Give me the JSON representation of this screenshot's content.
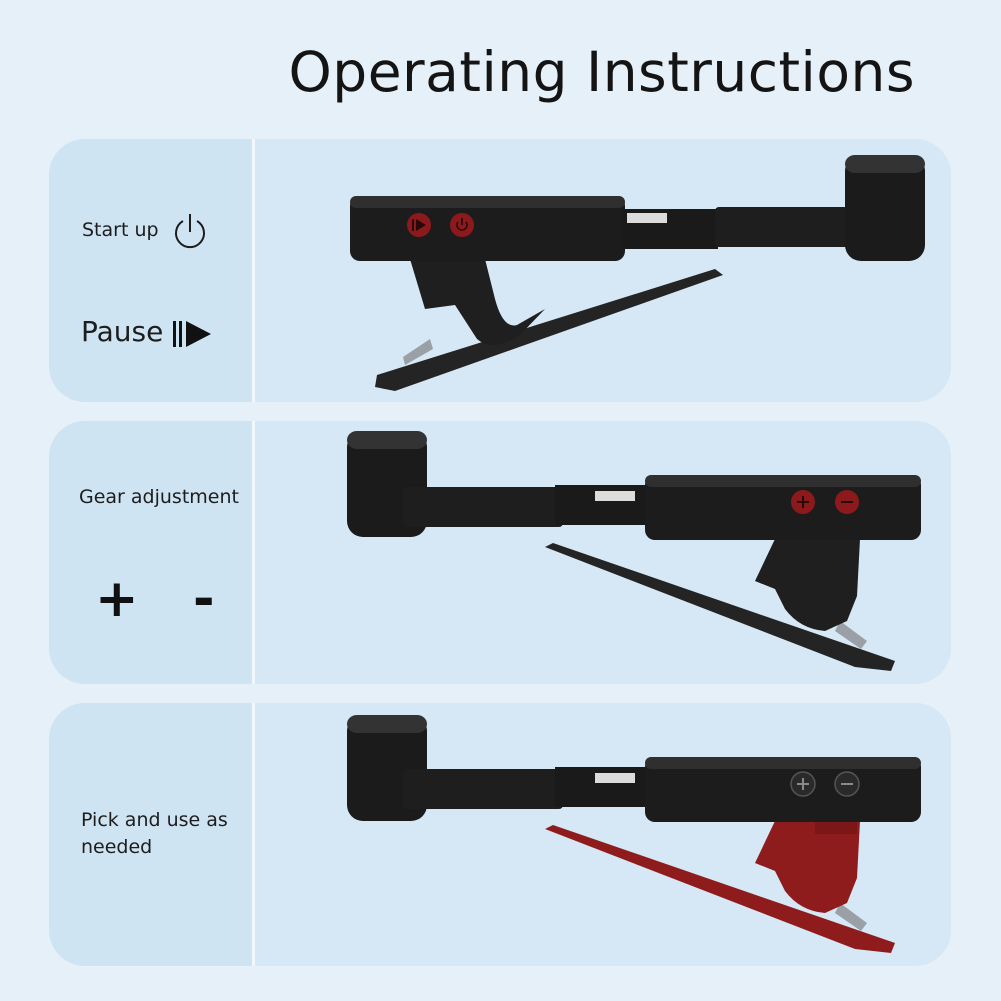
{
  "page": {
    "title": "Operating Instructions"
  },
  "panels": [
    {
      "labels": {
        "start": "Start up",
        "pause": "Pause"
      },
      "icons": {
        "start": "power-icon",
        "pause": "pause-play-icon"
      },
      "buttons": [
        {
          "icon": "play-pause-icon"
        },
        {
          "icon": "power-icon"
        }
      ],
      "colors": {
        "button": "#8c1a1c",
        "clip": "#1a1a1a"
      }
    },
    {
      "labels": {
        "gear": "Gear adjustment",
        "plus": "+",
        "minus": "-"
      },
      "buttons": [
        {
          "icon": "plus-icon"
        },
        {
          "icon": "minus-icon"
        }
      ],
      "colors": {
        "button": "#8c1a1c",
        "clip": "#1a1a1a"
      }
    },
    {
      "labels": {
        "line1": "Pick and use as",
        "line2": "needed"
      },
      "buttons": [
        {
          "icon": "plus-icon"
        },
        {
          "icon": "minus-icon"
        }
      ],
      "colors": {
        "button": "#2a2a2a",
        "clip": "#8f1c1c"
      }
    }
  ]
}
